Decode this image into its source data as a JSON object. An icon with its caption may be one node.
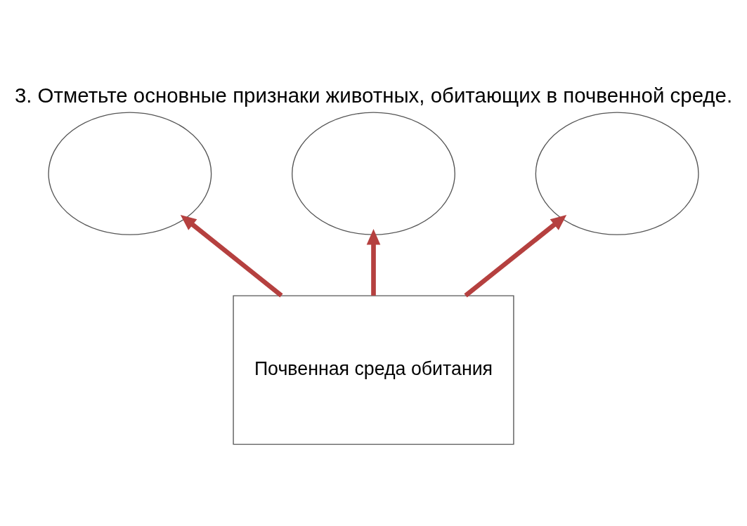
{
  "diagram": {
    "title": "3. Отметьте основные признаки животных, обитающих в почвенной среде.",
    "nodes": [
      {
        "text": [
          "Почвенная среда обитания"
        ]
      },
      {
        "text": [],
        "shape": "ellipse"
      },
      {
        "text": [],
        "shape": "ellipse"
      },
      {
        "text": [],
        "shape": "ellipse"
      }
    ],
    "edges": [
      {
        "from": 0,
        "to": 1,
        "arrow": "to"
      },
      {
        "from": 0,
        "to": 2,
        "arrow": "to"
      },
      {
        "from": 0,
        "to": 3,
        "arrow": "to"
      }
    ]
  }
}
